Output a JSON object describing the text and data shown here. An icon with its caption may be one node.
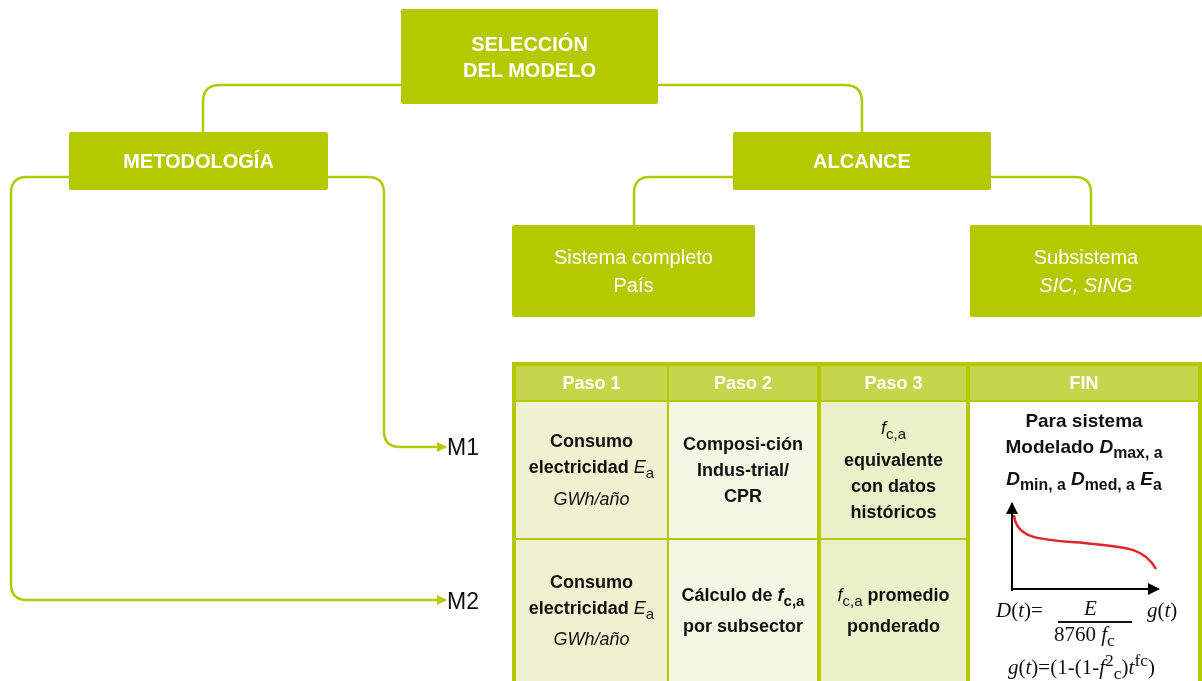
{
  "diagram": {
    "nodes": [
      {
        "text": [
          "SELECCIÓN DEL MODELO"
        ]
      },
      {
        "text": [
          "METODOLOGÍA"
        ]
      },
      {
        "text": [
          "ALCANCE"
        ]
      },
      {
        "text": [
          "Sistema completo País"
        ]
      },
      {
        "text": [
          "Subsistema",
          "SIC, SING"
        ]
      },
      {
        "text": [
          "M1"
        ]
      },
      {
        "text": [
          "M2"
        ]
      }
    ],
    "edges": [
      {
        "from": 0,
        "to": 1,
        "arrow": "none"
      },
      {
        "from": 0,
        "to": 2,
        "arrow": "none"
      },
      {
        "from": 2,
        "to": 3,
        "arrow": "none"
      },
      {
        "from": 2,
        "to": 4,
        "arrow": "none"
      },
      {
        "from": 1,
        "to": 5,
        "arrow": "to"
      },
      {
        "from": 1,
        "to": 6,
        "arrow": "to"
      }
    ],
    "labels": [
      "Paso 1",
      "Paso 2",
      "Paso 3",
      "FIN",
      "**Consumo electricidad** *E*$_{a}$ *GWh/año*",
      "Composi-ción Indus-trial/ CPR",
      "*f*$_{c,a}$ **equivalente con datos históricos**",
      "Para sistema Modelado *D*$_{max, a}$ *D*$_{min, a}$ *D*$_{med, a}$ *E*$_{a}$",
      "**Consumo electricidad** *E*$_{a}$ *GWh/año*",
      "Cálculo de *f*$_{c,a}$ por subsector",
      "*f*$_{c,a}$ **promedio ponderado**",
      "*D*(*t*)=",
      "*E*",
      "8760 *f*$_{c}$",
      "*g*(*t*)",
      "*g*(*t*)=(1-(1-*f*$^{2}$$_{c}$)*t*$^{fc}$)"
    ]
  }
}
